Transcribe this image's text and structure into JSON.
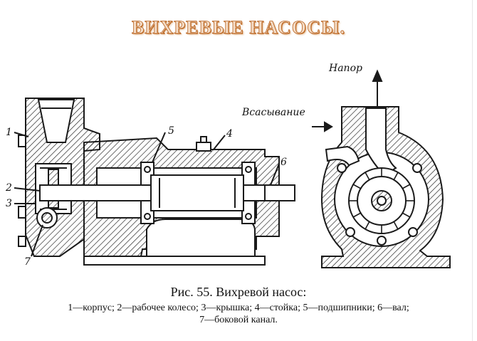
{
  "slide": {
    "title": "ВИХРЕВЫЕ НАСОСЫ."
  },
  "diagram": {
    "labels": {
      "head": "Напор",
      "suction": "Всасывание",
      "n1": "1",
      "n2": "2",
      "n3": "3",
      "n4": "4",
      "n5": "5",
      "n6": "6",
      "n7": "7"
    }
  },
  "caption": {
    "title": "Рис. 55. Вихревой насос:",
    "legend_line1": "1—корпус; 2—рабочее колесо; 3—крышка; 4—стойка; 5—подшипники; 6—вал;",
    "legend_line2": "7—боковой канал."
  },
  "colors": {
    "ink": "#1a1a1a",
    "title_fill": "#f4dcc6",
    "title_stroke": "#b8621f"
  }
}
